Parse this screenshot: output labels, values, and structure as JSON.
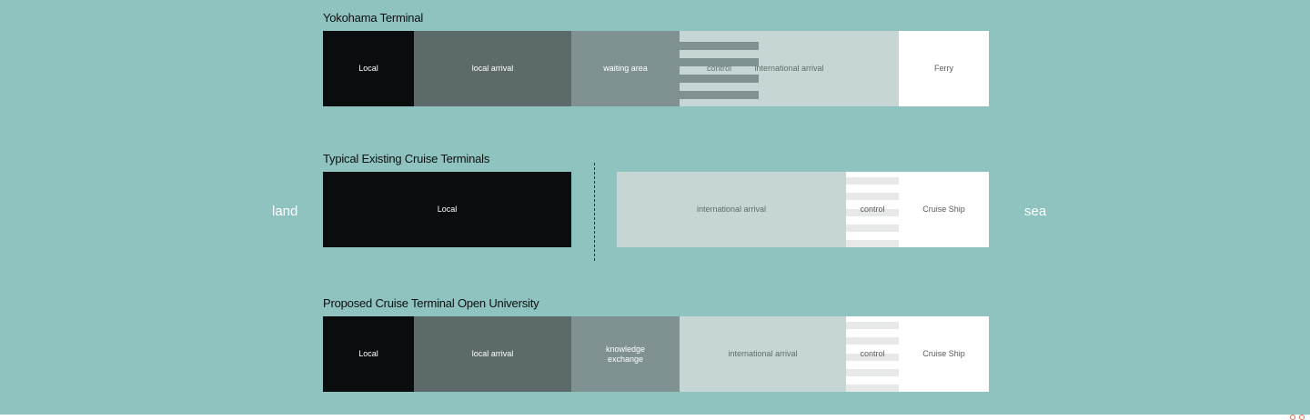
{
  "side_labels": {
    "left": "land",
    "right": "sea"
  },
  "sections": [
    {
      "title": "Yokohama Terminal",
      "segments": [
        "Local",
        "local arrival",
        "waiting area",
        "control",
        "international arrival",
        "Ferry"
      ]
    },
    {
      "title": "Typical Existing Cruise Terminals",
      "segments": [
        "Local",
        "international arrival",
        "control",
        "Cruise Ship"
      ]
    },
    {
      "title": "Proposed Cruise Terminal Open University",
      "segments": [
        "Local",
        "local arrival",
        "knowledge exchange",
        "international arrival",
        "control",
        "Cruise Ship"
      ]
    }
  ],
  "colors": {
    "background": "#8fc3bf",
    "local": "#0a0d0e",
    "local_arrival": "#5c6b69",
    "waiting_area": "#7f9191",
    "international_arrival": "#c6d6d4",
    "ship": "#ffffff"
  }
}
